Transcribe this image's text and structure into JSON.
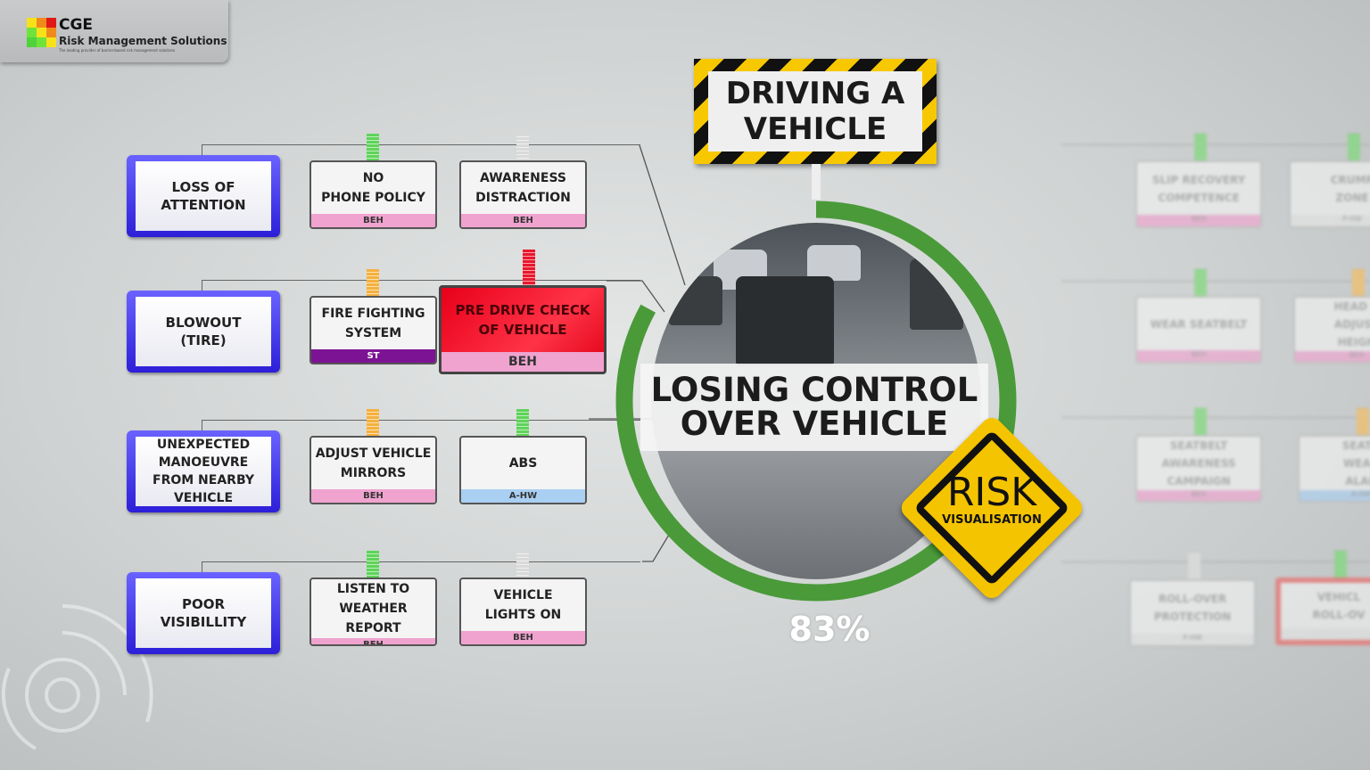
{
  "logo": {
    "name": "CGE",
    "subtitle": "Risk Management Solutions",
    "tagline": "The leading provider of barrier-based risk management solutions"
  },
  "hazard": {
    "title": "DRIVING A\nVEHICLE"
  },
  "top_event": {
    "line1": "LOSING CONTROL",
    "line2": "OVER VEHICLE",
    "progress_percent": 83,
    "progress_label": "83%",
    "accent": "#4a9a3a"
  },
  "badge": {
    "title": "RISK",
    "subtitle": "VISUALISATION"
  },
  "colors": {
    "green": "#5fd35a",
    "grey": "#d9d9d9",
    "orange": "#f4b13e",
    "red": "#e8182c",
    "beh": "#f0a3cf",
    "st": "#7c1394",
    "ahw": "#a9cff2"
  },
  "threats": [
    {
      "label": "LOSS OF\nATTENTION",
      "barriers": [
        {
          "label": "NO\nPHONE POLICY",
          "tag": "BEH",
          "status": "green"
        },
        {
          "label": "AWARENESS\nDISTRACTION",
          "tag": "BEH",
          "status": "grey"
        }
      ]
    },
    {
      "label": "BLOWOUT\n(TIRE)",
      "barriers": [
        {
          "label": "FIRE FIGHTING\nSYSTEM",
          "tag": "ST",
          "status": "orange"
        },
        {
          "label": "PRE DRIVE CHECK\nOF VEHICLE",
          "tag": "BEH",
          "status": "red"
        }
      ]
    },
    {
      "label": "UNEXPECTED\nMANOEUVRE\nFROM NEARBY\nVEHICLE",
      "barriers": [
        {
          "label": "ADJUST VEHICLE\nMIRRORS",
          "tag": "BEH",
          "status": "orange"
        },
        {
          "label": "ABS",
          "tag": "A-HW",
          "status": "green"
        }
      ]
    },
    {
      "label": "POOR\nVISIBILLITY",
      "barriers": [
        {
          "label": "LISTEN TO\nWEATHER REPORT",
          "tag": "BEH",
          "status": "green"
        },
        {
          "label": "VEHICLE\nLIGHTS ON",
          "tag": "BEH",
          "status": "grey"
        }
      ]
    }
  ],
  "consequence_barriers": [
    {
      "label": "SLIP RECOVERY\nCOMPETENCE",
      "tag": "BEH"
    },
    {
      "label": "CRUMP\nZONE",
      "tag": "P-HW"
    },
    {
      "label": "WEAR SEATBELT",
      "tag": "BEH"
    },
    {
      "label": "HEAD R\nADJUST\nHEIGH",
      "tag": "BEH"
    },
    {
      "label": "SEATBELT\nAWARENESS\nCAMPAIGN",
      "tag": "BEH"
    },
    {
      "label": "SEATB\nWEAR\nALAR",
      "tag": "A-HW"
    },
    {
      "label": "ROLL-OVER\nPROTECTION",
      "tag": "P-HW"
    },
    {
      "label": "VEHICL\nROLL-OV",
      "tag": ""
    }
  ]
}
